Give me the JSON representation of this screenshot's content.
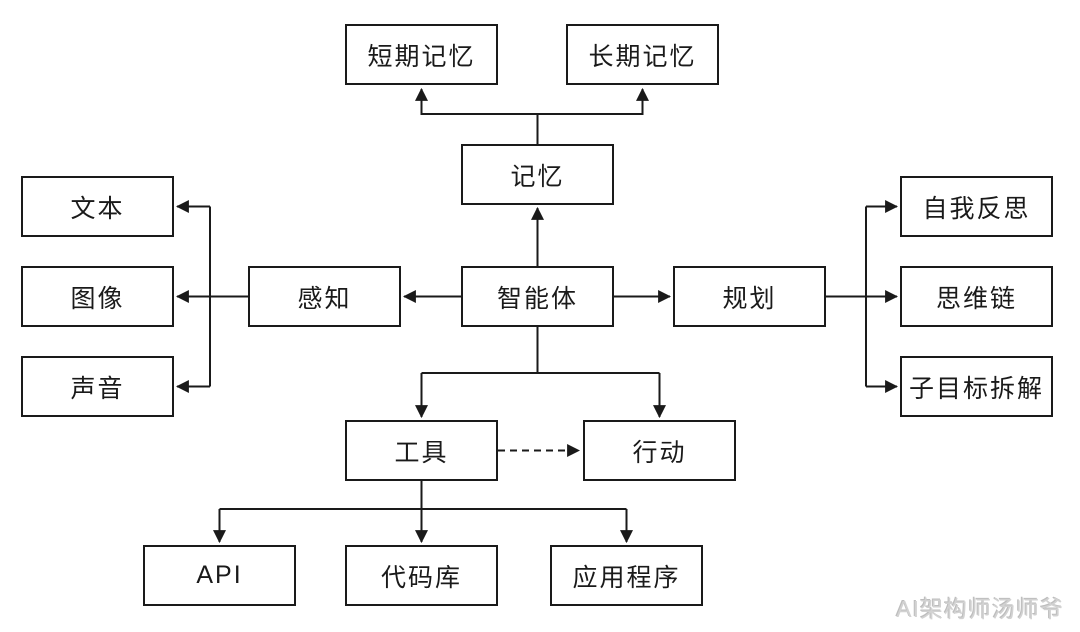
{
  "diagram": {
    "nodes": {
      "short_term_memory": {
        "label": "短期记忆"
      },
      "long_term_memory": {
        "label": "长期记忆"
      },
      "memory": {
        "label": "记忆"
      },
      "text": {
        "label": "文本"
      },
      "image": {
        "label": "图像"
      },
      "sound": {
        "label": "声音"
      },
      "perception": {
        "label": "感知"
      },
      "agent": {
        "label": "智能体"
      },
      "planning": {
        "label": "规划"
      },
      "self_reflection": {
        "label": "自我反思"
      },
      "chain_of_thought": {
        "label": "思维链"
      },
      "subgoal_decomposition": {
        "label": "子目标拆解"
      },
      "tools": {
        "label": "工具"
      },
      "action": {
        "label": "行动"
      },
      "api": {
        "label": "API"
      },
      "codebase": {
        "label": "代码库"
      },
      "applications": {
        "label": "应用程序"
      }
    },
    "edges": [
      {
        "from": "记忆",
        "to": "短期记忆",
        "style": "solid"
      },
      {
        "from": "记忆",
        "to": "长期记忆",
        "style": "solid"
      },
      {
        "from": "智能体",
        "to": "记忆",
        "style": "solid"
      },
      {
        "from": "智能体",
        "to": "感知",
        "style": "solid"
      },
      {
        "from": "感知",
        "to": "文本",
        "style": "solid"
      },
      {
        "from": "感知",
        "to": "图像",
        "style": "solid"
      },
      {
        "from": "感知",
        "to": "声音",
        "style": "solid"
      },
      {
        "from": "智能体",
        "to": "规划",
        "style": "solid"
      },
      {
        "from": "规划",
        "to": "自我反思",
        "style": "solid"
      },
      {
        "from": "规划",
        "to": "思维链",
        "style": "solid"
      },
      {
        "from": "规划",
        "to": "子目标拆解",
        "style": "solid"
      },
      {
        "from": "智能体",
        "to": "工具",
        "style": "solid"
      },
      {
        "from": "智能体",
        "to": "行动",
        "style": "solid"
      },
      {
        "from": "工具",
        "to": "行动",
        "style": "dashed"
      },
      {
        "from": "工具",
        "to": "API",
        "style": "solid"
      },
      {
        "from": "工具",
        "to": "代码库",
        "style": "solid"
      },
      {
        "from": "工具",
        "to": "应用程序",
        "style": "solid"
      }
    ],
    "colors": {
      "line": "#1a1a1a",
      "node_background": "#ffffff",
      "watermark": "#d2d2d2"
    }
  },
  "watermark": {
    "text": "AI架构师汤师爷"
  }
}
